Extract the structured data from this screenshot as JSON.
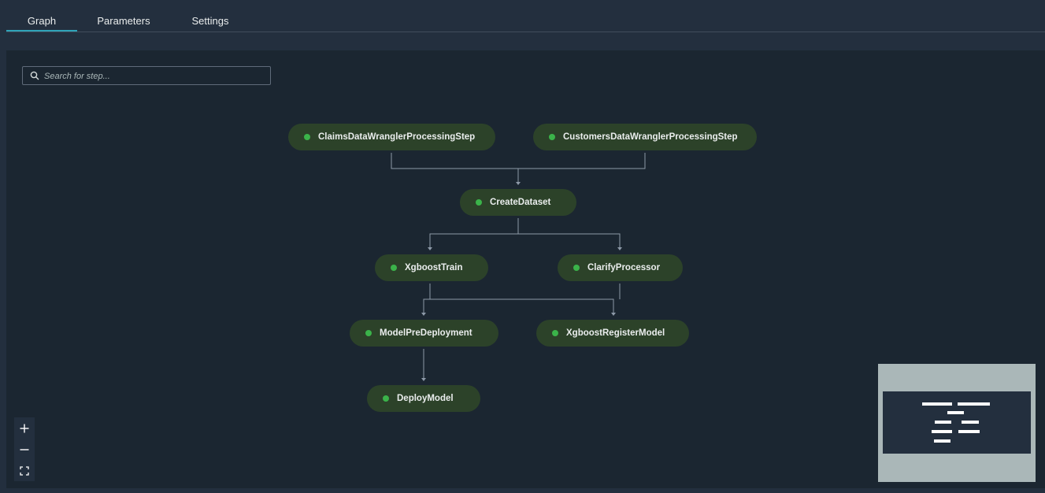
{
  "tabs": [
    {
      "label": "Graph",
      "active": true
    },
    {
      "label": "Parameters",
      "active": false
    },
    {
      "label": "Settings",
      "active": false
    }
  ],
  "search": {
    "placeholder": "Search for step..."
  },
  "steps": [
    {
      "name": "ClaimsDataWranglerProcessingStep",
      "status_color": "#3bb34a"
    },
    {
      "name": "CustomersDataWranglerProcessingStep",
      "status_color": "#3bb34a"
    },
    {
      "name": "CreateDataset",
      "status_color": "#3bb34a"
    },
    {
      "name": "XgboostTrain",
      "status_color": "#3bb34a"
    },
    {
      "name": "ClarifyProcessor",
      "status_color": "#3bb34a"
    },
    {
      "name": "ModelPreDeployment",
      "status_color": "#3bb34a"
    },
    {
      "name": "XgboostRegisterModel",
      "status_color": "#3bb34a"
    },
    {
      "name": "DeployModel",
      "status_color": "#3bb34a"
    }
  ],
  "zoom_controls": {
    "zoom_in": "plus-icon",
    "zoom_out": "minus-icon",
    "fit": "fit-view-icon"
  },
  "colors": {
    "node_background": "#2c4229",
    "status_success": "#3bb34a",
    "active_tab": "#2fa4b8"
  }
}
